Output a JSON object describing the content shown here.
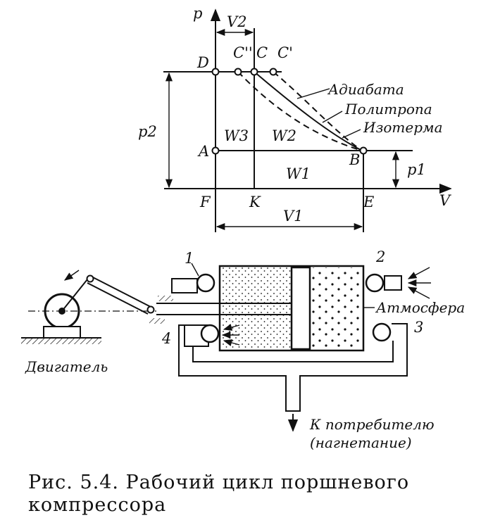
{
  "diagram": {
    "axes": {
      "p": "p",
      "v": "V"
    },
    "points": {
      "D": "D",
      "C2": "C''",
      "C": "C",
      "C1": "C'",
      "A": "A",
      "B": "B",
      "F": "F",
      "K": "K",
      "E": "E"
    },
    "dimensions": {
      "v2": "V2",
      "v1": "V1",
      "p2": "p2",
      "p1": "p1"
    },
    "areas": {
      "w3": "W3",
      "w2": "W2",
      "w1": "W1"
    },
    "curves": {
      "adiabat": "Адиабата",
      "polytrope": "Политропа",
      "isotherm": "Изотерма"
    }
  },
  "mechanism": {
    "ports": {
      "p1": "1",
      "p2": "2",
      "p3": "3",
      "p4": "4"
    },
    "atmosphere": "Атмосфера",
    "engine": "Двигатель",
    "consumer_line1": "К потребителю",
    "consumer_line2": "(нагнетание)"
  },
  "caption": {
    "line1": "Рис. 5.4. Рабочий цикл поршневого",
    "line2": "компрессора"
  }
}
